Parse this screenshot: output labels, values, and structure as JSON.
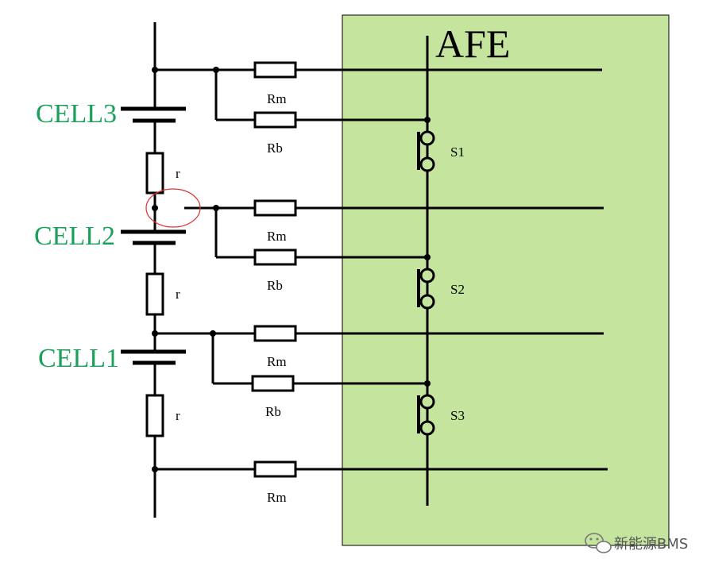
{
  "afe": {
    "label": "AFE",
    "fill": "#c5e49e"
  },
  "cells": [
    {
      "label": "CELL3"
    },
    {
      "label": "CELL2"
    },
    {
      "label": "CELL1"
    }
  ],
  "internal_resistors": [
    "r",
    "r",
    "r"
  ],
  "resistors": [
    {
      "label": "Rm"
    },
    {
      "label": "Rb"
    },
    {
      "label": "Rm"
    },
    {
      "label": "Rb"
    },
    {
      "label": "Rm"
    },
    {
      "label": "Rb"
    },
    {
      "label": "Rm"
    }
  ],
  "switches": [
    "S1",
    "S2",
    "S3"
  ],
  "highlight": {
    "color": "#e03030"
  },
  "watermark": {
    "text": "新能源BMS",
    "icon": "wechat-icon"
  },
  "colors": {
    "cell_label": "#1aa05a",
    "wire": "#000000"
  }
}
